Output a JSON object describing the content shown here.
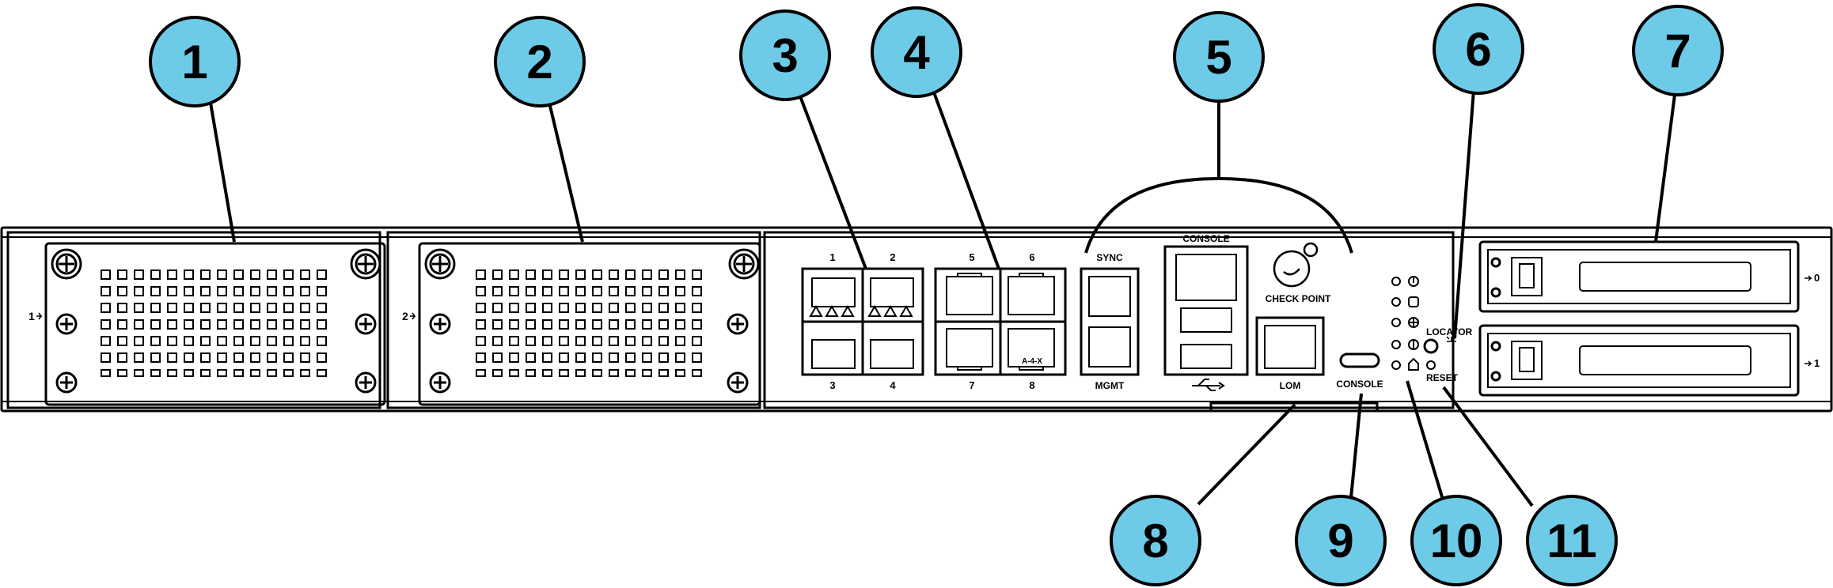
{
  "colors": {
    "callout_fill": "#6ecbe8",
    "outline": "#000000",
    "background": "#ffffff"
  },
  "callouts": [
    {
      "number": "1"
    },
    {
      "number": "2"
    },
    {
      "number": "3"
    },
    {
      "number": "4"
    },
    {
      "number": "5"
    },
    {
      "number": "6"
    },
    {
      "number": "7"
    },
    {
      "number": "8"
    },
    {
      "number": "9"
    },
    {
      "number": "10"
    },
    {
      "number": "11"
    }
  ],
  "labels": {
    "slot1": "1",
    "slot2": "2",
    "sfp_top_1": "1",
    "sfp_top_2": "2",
    "sfp_bot_3": "3",
    "sfp_bot_4": "4",
    "rj_top_5": "5",
    "rj_top_6": "6",
    "rj_bot_7": "7",
    "rj_bot_8": "8",
    "rj_badge": "A-4-X",
    "sync": "SYNC",
    "mgmt": "MGMT",
    "console_top": "CONSOLE",
    "brand": "CHECK POINT",
    "lom": "LOM",
    "console_usbc": "CONSOLE",
    "locator": "LOCATOR",
    "reset": "RESET",
    "drive0": "0",
    "drive1": "1"
  }
}
